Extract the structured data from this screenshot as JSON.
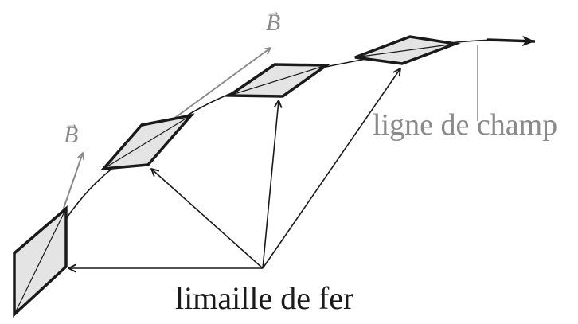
{
  "labels": {
    "field_line": "ligne de champ",
    "iron_filings": "limaille de fer",
    "vector_b_upper": "B",
    "vector_b_lower": "B",
    "vector_arrow_glyph": "→"
  },
  "colors": {
    "ink": "#1a1a1a",
    "gray": "#8a8a8a",
    "filing_fill": "#e4e4e4"
  }
}
